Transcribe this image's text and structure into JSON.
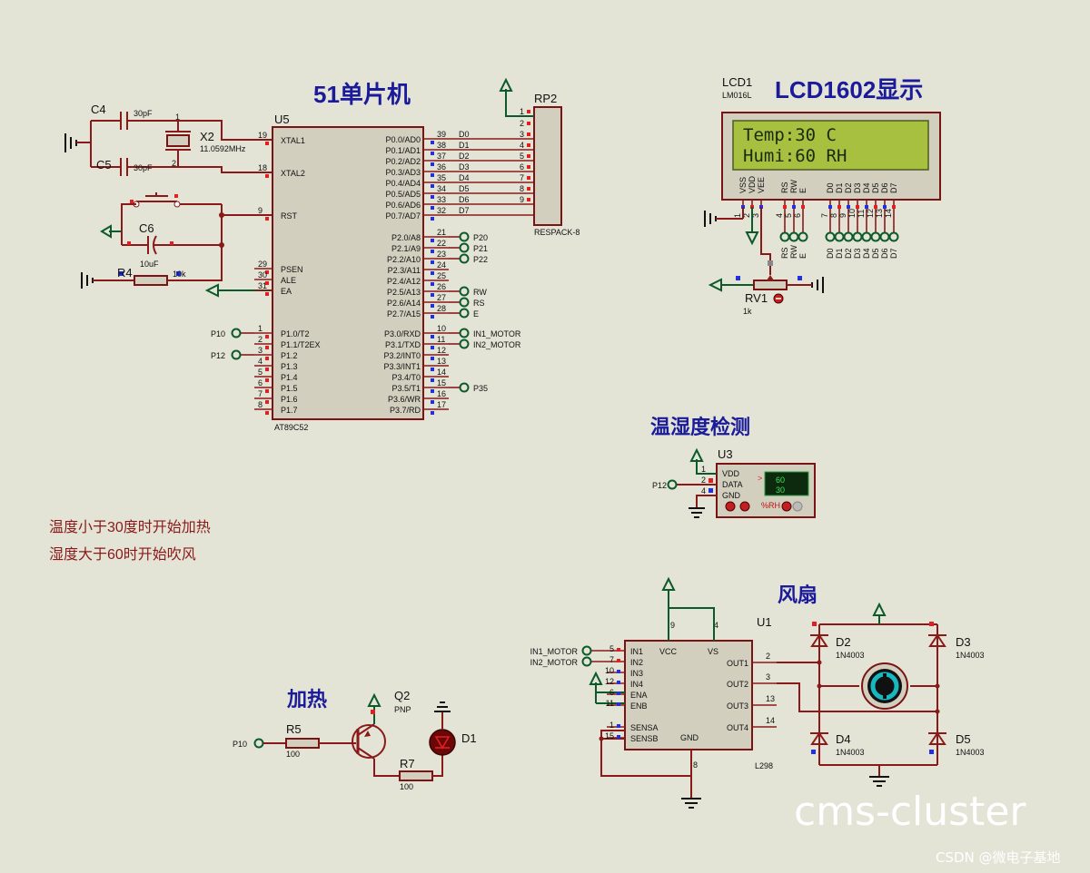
{
  "titles": {
    "mcu": "51单片机",
    "lcd": "LCD1602显示",
    "sensor": "温湿度检测",
    "fan": "风扇",
    "heater": "加热"
  },
  "notes": [
    "温度小于30度时开始加热",
    "湿度大于60时开始吹风"
  ],
  "watermark": "cms-cluster",
  "footer": "CSDN @微电子基地",
  "mcu": {
    "ref": "U5",
    "part": "AT89C52",
    "left_pins": [
      {
        "num": "19",
        "name": "XTAL1"
      },
      {
        "num": "18",
        "name": "XTAL2"
      },
      {
        "num": "9",
        "name": "RST"
      },
      {
        "num": "29",
        "name": "PSEN"
      },
      {
        "num": "30",
        "name": "ALE"
      },
      {
        "num": "31",
        "name": "EA"
      },
      {
        "num": "1",
        "name": "P1.0/T2",
        "net": "P10"
      },
      {
        "num": "2",
        "name": "P1.1/T2EX",
        "net": ""
      },
      {
        "num": "3",
        "name": "P1.2",
        "net": "P12"
      },
      {
        "num": "4",
        "name": "P1.3",
        "net": ""
      },
      {
        "num": "5",
        "name": "P1.4",
        "net": ""
      },
      {
        "num": "6",
        "name": "P1.5",
        "net": ""
      },
      {
        "num": "7",
        "name": "P1.6",
        "net": ""
      },
      {
        "num": "8",
        "name": "P1.7",
        "net": ""
      }
    ],
    "right_pins": [
      {
        "num": "39",
        "name": "P0.0/AD0",
        "net": "D0"
      },
      {
        "num": "38",
        "name": "P0.1/AD1",
        "net": "D1"
      },
      {
        "num": "37",
        "name": "P0.2/AD2",
        "net": "D2"
      },
      {
        "num": "36",
        "name": "P0.3/AD3",
        "net": "D3"
      },
      {
        "num": "35",
        "name": "P0.4/AD4",
        "net": "D4"
      },
      {
        "num": "34",
        "name": "P0.5/AD5",
        "net": "D5"
      },
      {
        "num": "33",
        "name": "P0.6/AD6",
        "net": "D6"
      },
      {
        "num": "32",
        "name": "P0.7/AD7",
        "net": "D7"
      },
      {
        "num": "21",
        "name": "P2.0/A8",
        "net": "P20"
      },
      {
        "num": "22",
        "name": "P2.1/A9",
        "net": "P21"
      },
      {
        "num": "23",
        "name": "P2.2/A10",
        "net": "P22"
      },
      {
        "num": "24",
        "name": "P2.3/A11",
        "net": ""
      },
      {
        "num": "25",
        "name": "P2.4/A12",
        "net": ""
      },
      {
        "num": "26",
        "name": "P2.5/A13",
        "net": "RW"
      },
      {
        "num": "27",
        "name": "P2.6/A14",
        "net": "RS"
      },
      {
        "num": "28",
        "name": "P2.7/A15",
        "net": "E"
      },
      {
        "num": "10",
        "name": "P3.0/RXD",
        "net": "IN1_MOTOR"
      },
      {
        "num": "11",
        "name": "P3.1/TXD",
        "net": "IN2_MOTOR"
      },
      {
        "num": "12",
        "name": "P3.2/INT0",
        "net": ""
      },
      {
        "num": "13",
        "name": "P3.3/INT1",
        "net": ""
      },
      {
        "num": "14",
        "name": "P3.4/T0",
        "net": ""
      },
      {
        "num": "15",
        "name": "P3.5/T1",
        "net": "P35"
      },
      {
        "num": "16",
        "name": "P3.6/WR",
        "net": ""
      },
      {
        "num": "17",
        "name": "P3.7/RD",
        "net": ""
      }
    ]
  },
  "crystal": {
    "ref": "X2",
    "value": "11.0592MHz",
    "pin1": "1",
    "pin2": "2"
  },
  "caps": {
    "c4": {
      "ref": "C4",
      "value": "30pF"
    },
    "c5": {
      "ref": "C5",
      "value": "30pF"
    },
    "c6": {
      "ref": "C6",
      "value": "10uF"
    }
  },
  "resistors": {
    "r4": {
      "ref": "R4",
      "value": "10k"
    },
    "r5": {
      "ref": "R5",
      "value": "100"
    },
    "r7": {
      "ref": "R7",
      "value": "100"
    }
  },
  "rpack": {
    "ref": "RP2",
    "part": "RESPACK-8",
    "pins": [
      "1",
      "2",
      "3",
      "4",
      "5",
      "6",
      "7",
      "8",
      "9"
    ]
  },
  "lcd": {
    "ref": "LCD1",
    "part": "LM016L",
    "line1": "Temp:30 C",
    "line2": "Humi:60 RH",
    "pin_names": [
      "VSS",
      "VDD",
      "VEE",
      "RS",
      "RW",
      "E",
      "D0",
      "D1",
      "D2",
      "D3",
      "D4",
      "D5",
      "D6",
      "D7"
    ],
    "pin_nums": [
      "1",
      "2",
      "3",
      "4",
      "5",
      "6",
      "7",
      "8",
      "9",
      "10",
      "11",
      "12",
      "13",
      "14"
    ],
    "nets": [
      "RS",
      "RW",
      "E",
      "D0",
      "D1",
      "D2",
      "D3",
      "D4",
      "D5",
      "D6",
      "D7"
    ]
  },
  "pot": {
    "ref": "RV1",
    "value": "1k"
  },
  "sensor": {
    "ref": "U3",
    "pins": [
      {
        "num": "1",
        "name": "VDD"
      },
      {
        "num": "2",
        "name": "DATA"
      },
      {
        "num": "4",
        "name": "GND"
      }
    ],
    "net": "P12",
    "display_top": "60",
    "display_bottom": "30",
    "unit": "%RH",
    "arrow": ">"
  },
  "driver": {
    "ref": "U1",
    "part": "L298",
    "left_pins": [
      {
        "num": "5",
        "name": "IN1",
        "net": "IN1_MOTOR"
      },
      {
        "num": "7",
        "name": "IN2",
        "net": "IN2_MOTOR"
      },
      {
        "num": "10",
        "name": "IN3"
      },
      {
        "num": "12",
        "name": "IN4"
      },
      {
        "num": "6",
        "name": "ENA"
      },
      {
        "num": "11",
        "name": "ENB"
      },
      {
        "num": "1",
        "name": "SENSA"
      },
      {
        "num": "15",
        "name": "SENSB"
      }
    ],
    "right_pins": [
      {
        "num": "2",
        "name": "OUT1"
      },
      {
        "num": "3",
        "name": "OUT2"
      },
      {
        "num": "13",
        "name": "OUT3"
      },
      {
        "num": "14",
        "name": "OUT4"
      }
    ],
    "top_pins": [
      {
        "num": "9",
        "name": "VCC"
      },
      {
        "num": "4",
        "name": "VS"
      }
    ],
    "bottom_pin": {
      "num": "8",
      "name": "GND"
    }
  },
  "diodes": [
    {
      "ref": "D2",
      "part": "1N4003"
    },
    {
      "ref": "D3",
      "part": "1N4003"
    },
    {
      "ref": "D4",
      "part": "1N4003"
    },
    {
      "ref": "D5",
      "part": "1N4003"
    }
  ],
  "transistor": {
    "ref": "Q2",
    "type": "PNP"
  },
  "led": {
    "ref": "D1"
  },
  "heater_net": "P10"
}
